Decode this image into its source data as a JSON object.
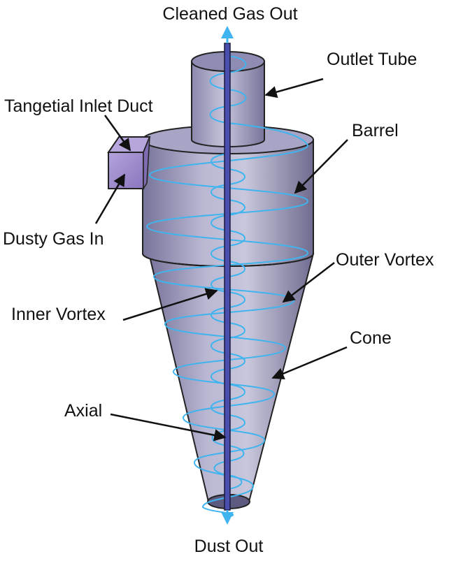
{
  "labels": {
    "cleaned_gas_out": "Cleaned Gas Out",
    "outlet_tube": "Outlet Tube",
    "inlet_duct": "Tangetial Inlet Duct",
    "barrel": "Barrel",
    "dusty_gas_in": "Dusty Gas In",
    "outer_vortex": "Outer Vortex",
    "inner_vortex": "Inner Vortex",
    "cone": "Cone",
    "axial": "Axial",
    "dust_out": "Dust Out"
  },
  "colors": {
    "body_light": "#d9d8ea",
    "body_mid": "#a9a6c4",
    "body_dark": "#6f6c8f",
    "top_face": "#a7a4c6",
    "inlet_duct": "#9b87c9",
    "vortex": "#3fb4ee",
    "axis_rod": "#4a4fae",
    "arrow": "#111111"
  }
}
